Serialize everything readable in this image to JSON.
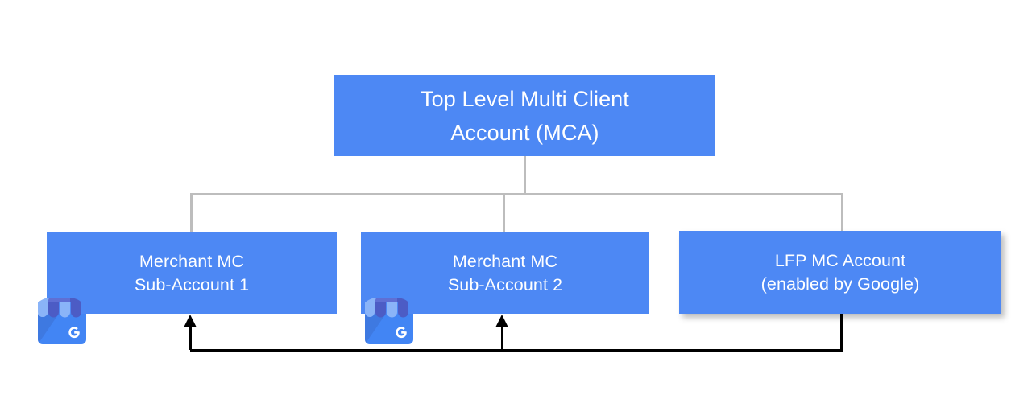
{
  "diagram": {
    "title_hidden": "",
    "colors": {
      "node_blue": "#4d88f4",
      "node_text": "#ffffff",
      "connector_grey": "#bdbdbd",
      "flow_black": "#000000",
      "background": "#ffffff",
      "icon_awning_light": "#8ab4f8",
      "icon_awning_dark": "#4c5cc5",
      "icon_body_blue": "#4285f4",
      "icon_glyph": "G"
    },
    "nodes": {
      "top": {
        "label": "Top Level Multi Client\nAccount (MCA)",
        "line1": "Top Level Multi Client",
        "line2": "Account (MCA)"
      },
      "sub1": {
        "label": "Merchant MC\nSub-Account 1",
        "line1": "Merchant MC",
        "line2": "Sub-Account 1"
      },
      "sub2": {
        "label": "Merchant MC\nSub-Account 2",
        "line1": "Merchant MC",
        "line2": "Sub-Account 2"
      },
      "lfp": {
        "label": "LFP MC Account\n(enabled by Google)",
        "line1": "LFP MC Account",
        "line2": "(enabled by Google)"
      }
    },
    "icons": {
      "storefront_1": "google-business-profile-icon",
      "storefront_2": "google-business-profile-icon"
    }
  }
}
